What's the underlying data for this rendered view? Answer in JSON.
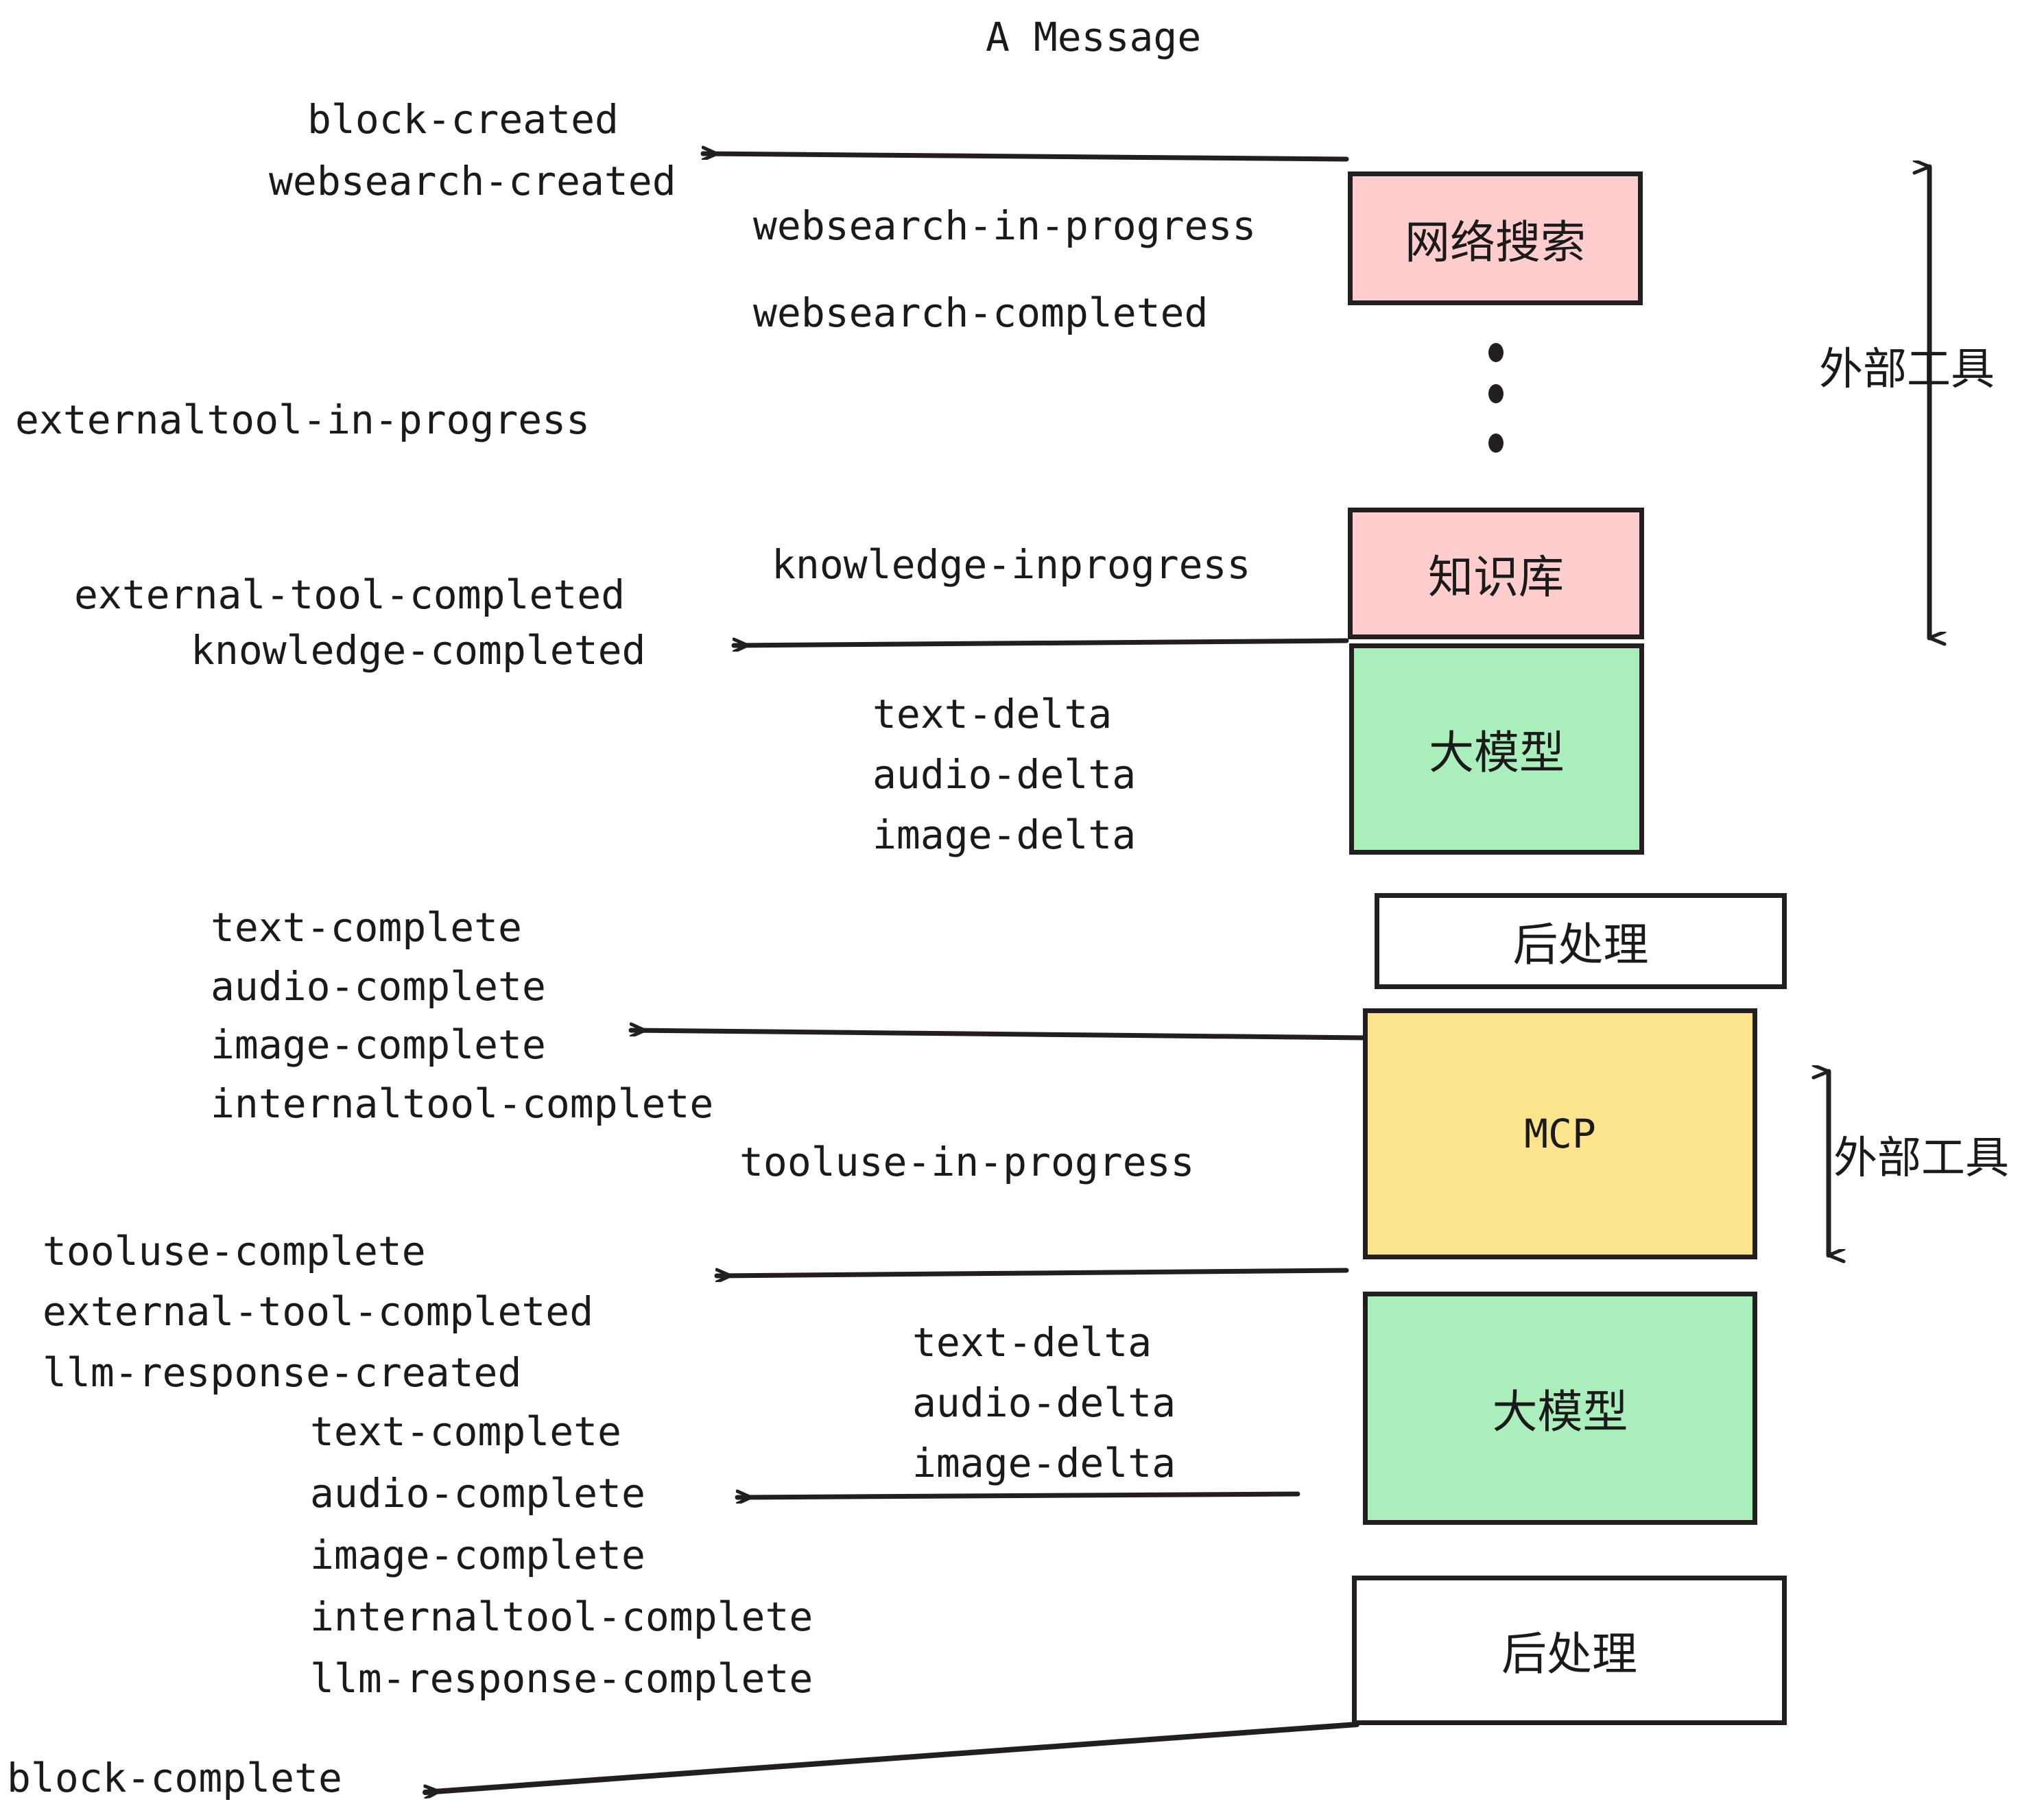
{
  "title": "A Message",
  "events": {
    "block_created": "block-created",
    "websearch_created": "websearch-created",
    "websearch_in_progress": "websearch-in-progress",
    "websearch_completed": "websearch-completed",
    "externaltool_in_progress": "externaltool-in-progress",
    "knowledge_inprogress": "knowledge-inprogress",
    "external_tool_completed_1": "external-tool-completed",
    "knowledge_completed": "knowledge-completed",
    "text_delta_1": "text-delta",
    "audio_delta_1": "audio-delta",
    "image_delta_1": "image-delta",
    "text_complete_1": "text-complete",
    "audio_complete_1": "audio-complete",
    "image_complete_1": "image-complete",
    "internaltool_complete_1": "internaltool-complete",
    "tooluse_in_progress": "tooluse-in-progress",
    "tooluse_complete": "tooluse-complete",
    "external_tool_completed_2": "external-tool-completed",
    "llm_response_created": "llm-response-created",
    "text_delta_2": "text-delta",
    "audio_delta_2": "audio-delta",
    "image_delta_2": "image-delta",
    "text_complete_2": "text-complete",
    "audio_complete_2": "audio-complete",
    "image_complete_2": "image-complete",
    "internaltool_complete_2": "internaltool-complete",
    "llm_response_complete": "llm-response-complete",
    "block_complete": "block-complete"
  },
  "nodes": {
    "websearch": "网络搜索",
    "knowledge": "知识库",
    "llm_1": "大模型",
    "postprocess_1": "后处理",
    "mcp": "MCP",
    "llm_2": "大模型",
    "postprocess_2": "后处理"
  },
  "annotations": {
    "external_tool_top": "外部工具",
    "external_tool_bottom": "外部工具"
  },
  "colors": {
    "pink": "#ffcdcd",
    "green": "#aaeebb",
    "yellow": "#fbe48b",
    "white": "#ffffff",
    "stroke": "#231f20",
    "text": "#1a1a1a"
  }
}
